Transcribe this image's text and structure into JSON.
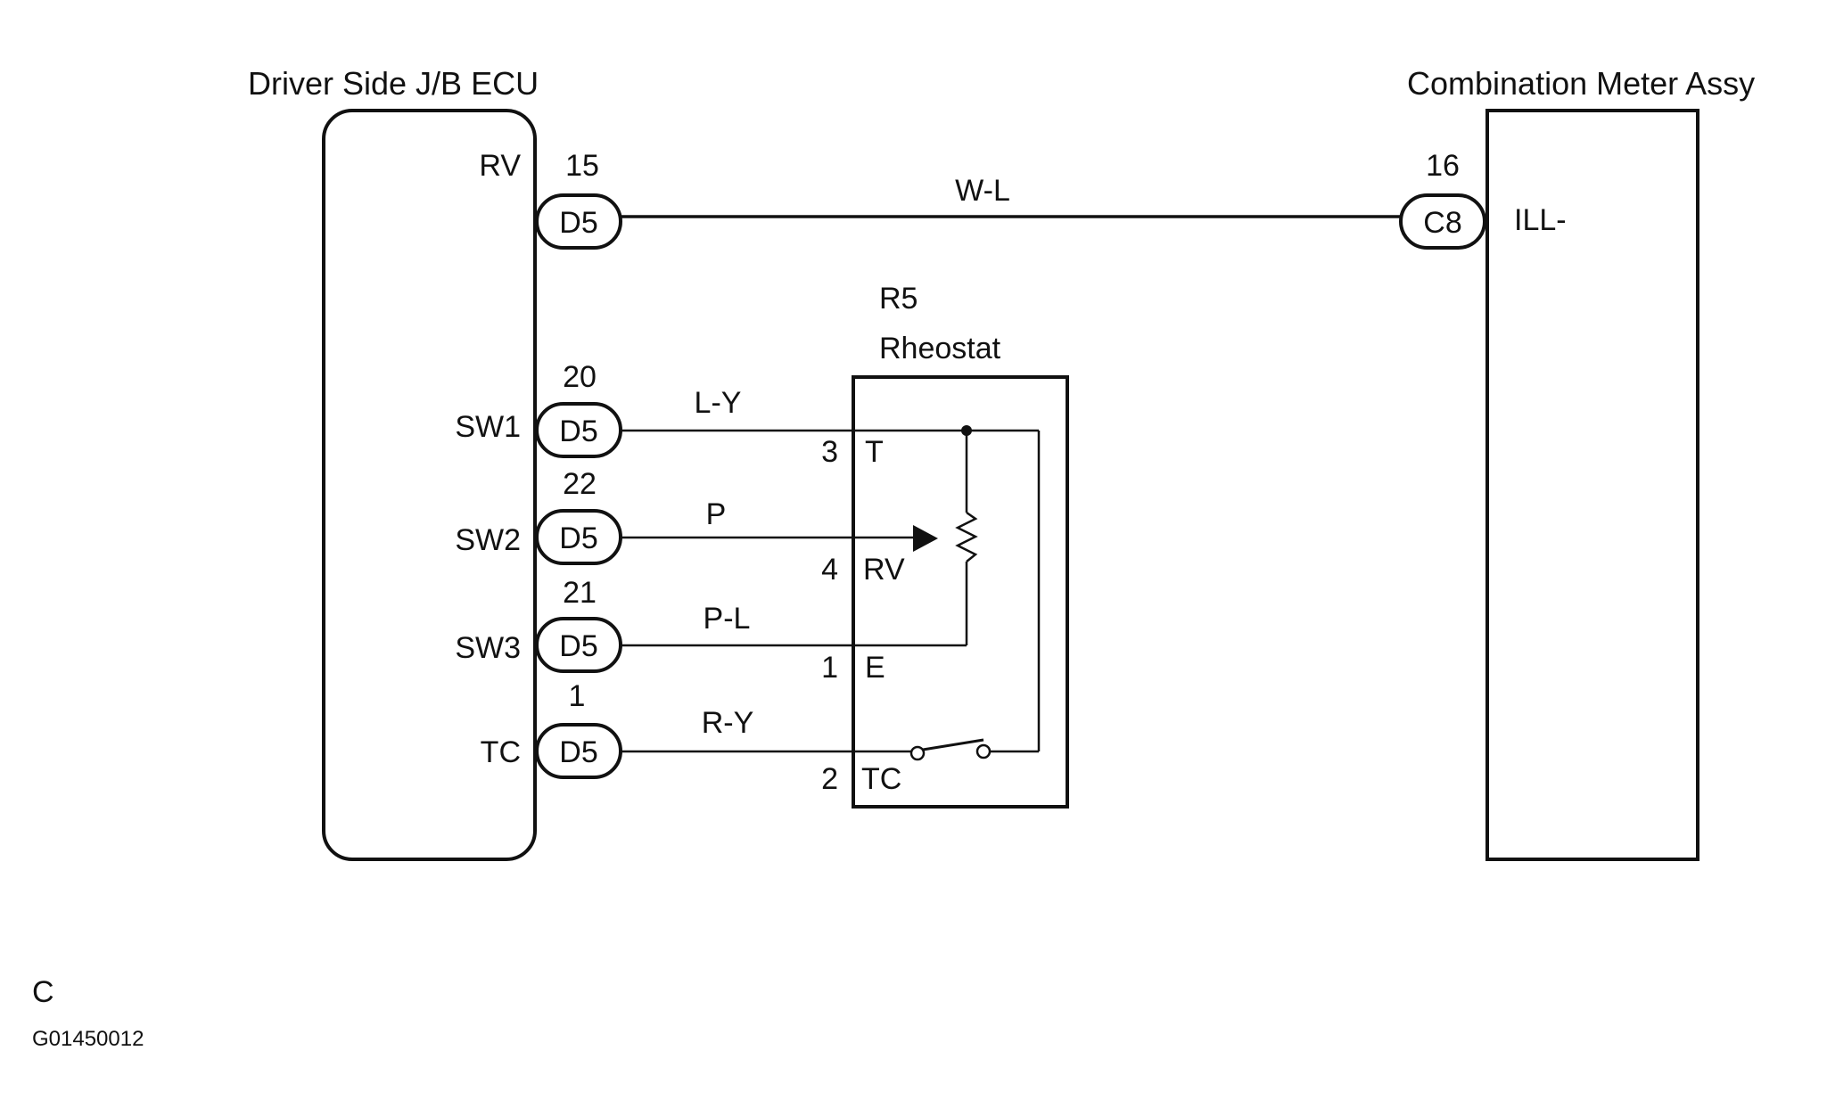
{
  "ecu": {
    "title": "Driver Side J/B ECU",
    "pins": [
      {
        "label": "RV",
        "connector": "D5",
        "pin": "15"
      },
      {
        "label": "SW1",
        "connector": "D5",
        "pin": "20"
      },
      {
        "label": "SW2",
        "connector": "D5",
        "pin": "22"
      },
      {
        "label": "SW3",
        "connector": "D5",
        "pin": "21"
      },
      {
        "label": "TC",
        "connector": "D5",
        "pin": "1"
      }
    ]
  },
  "meter": {
    "title": "Combination Meter Assy",
    "pin_label": "ILL-",
    "connector": "C8",
    "pin": "16"
  },
  "wires": {
    "rv": "W-L",
    "sw1": "L-Y",
    "sw2": "P",
    "sw3": "P-L",
    "tc": "R-Y"
  },
  "rheostat": {
    "ref": "R5",
    "name": "Rheostat",
    "terminals": [
      {
        "num": "3",
        "name": "T"
      },
      {
        "num": "4",
        "name": "RV"
      },
      {
        "num": "1",
        "name": "E"
      },
      {
        "num": "2",
        "name": "TC"
      }
    ]
  },
  "footer": {
    "letter": "C",
    "code": "G01450012"
  }
}
